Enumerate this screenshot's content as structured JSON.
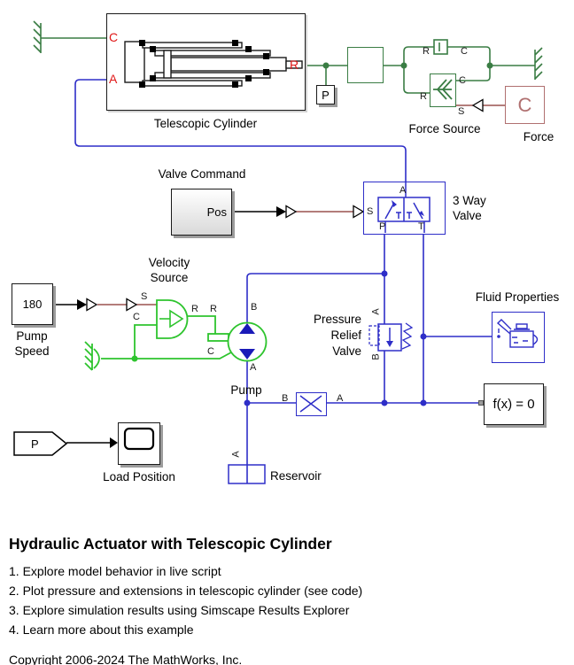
{
  "diagram": {
    "blocks": {
      "telescopic_cylinder": {
        "label": "Telescopic Cylinder",
        "ports": {
          "c": "C",
          "a": "A",
          "r": "R"
        }
      },
      "pressure_tag": {
        "text": "P"
      },
      "damper": {
        "ports": {
          "r": "R",
          "c": "C"
        }
      },
      "force_source": {
        "label": "Force Source",
        "ports": {
          "r": "R",
          "c": "C",
          "s": "S"
        }
      },
      "force": {
        "label": "Force",
        "icon_text": "C"
      },
      "valve_command": {
        "label": "Valve Command",
        "port_text": "Pos"
      },
      "three_way_valve": {
        "label_line1": "3 Way",
        "label_line2": "Valve",
        "ports": {
          "a": "A",
          "s": "S",
          "p": "P",
          "t": "T"
        }
      },
      "velocity_source": {
        "label_line1": "Velocity",
        "label_line2": "Source",
        "ports": {
          "s": "S",
          "c": "C",
          "r": "R"
        }
      },
      "pump_speed": {
        "value": "180",
        "label_line1": "Pump",
        "label_line2": "Speed"
      },
      "pump": {
        "label": "Pump",
        "ports": {
          "r": "R",
          "b": "B",
          "c": "C",
          "a": "A"
        }
      },
      "pressure_relief_valve": {
        "label_line1": "Pressure",
        "label_line2": "Relief",
        "label_line3": "Valve",
        "ports": {
          "a": "A",
          "b": "B"
        }
      },
      "fluid_properties": {
        "label": "Fluid Properties"
      },
      "orifice": {
        "ports": {
          "b": "B",
          "a": "A"
        }
      },
      "solver_config": {
        "text": "f(x) = 0"
      },
      "reservoir": {
        "label": "Reservoir",
        "ports": {
          "a": "A"
        }
      },
      "load_position_tag": {
        "text": "P"
      },
      "scope": {
        "label": "Load Position"
      }
    },
    "colors": {
      "mech_green": "#3A7D44",
      "rot_green": "#2EC42E",
      "hyd_blue": "#2E2EC8",
      "ps_brown": "#9A524E",
      "port_red": "#E01818",
      "force_brown": "#B07070"
    }
  },
  "notes": {
    "title": "Hydraulic Actuator with Telescopic Cylinder",
    "items": [
      "1. Explore model behavior in live script",
      "2. Plot pressure and extensions in telescopic cylinder (see code)",
      "3. Explore simulation results using Simscape Results Explorer",
      "4. Learn more about this example"
    ],
    "copyright": "Copyright 2006-2024 The MathWorks, Inc."
  }
}
